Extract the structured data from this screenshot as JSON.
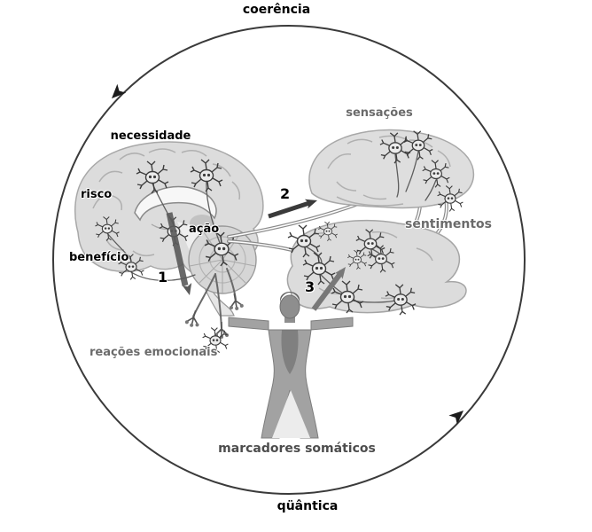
{
  "diagram": {
    "cycle": {
      "top_label": "coerência",
      "bottom_label": "qüântica"
    },
    "decision_brain": {
      "labels": {
        "necessidade": "necessidade",
        "risco": "risco",
        "acao": "ação",
        "beneficio": "benefício"
      }
    },
    "sensory_brain_label": "sensações",
    "feelings_brain_label": "sentimentos",
    "emotional_reactions_label": "reações emocionais",
    "somatic_markers_label": "marcadores somáticos",
    "steps": {
      "step1": "1",
      "step2": "2",
      "step3": "3"
    },
    "colors": {
      "label_black": "#000000",
      "label_gray": "#6b6b6b",
      "label_dark_gray": "#4d4d4d",
      "outline": "#3a3a3a",
      "brain_fill": "#dcdcdc",
      "figure_fill": "#a2a2a2",
      "background": "#ffffff"
    }
  }
}
